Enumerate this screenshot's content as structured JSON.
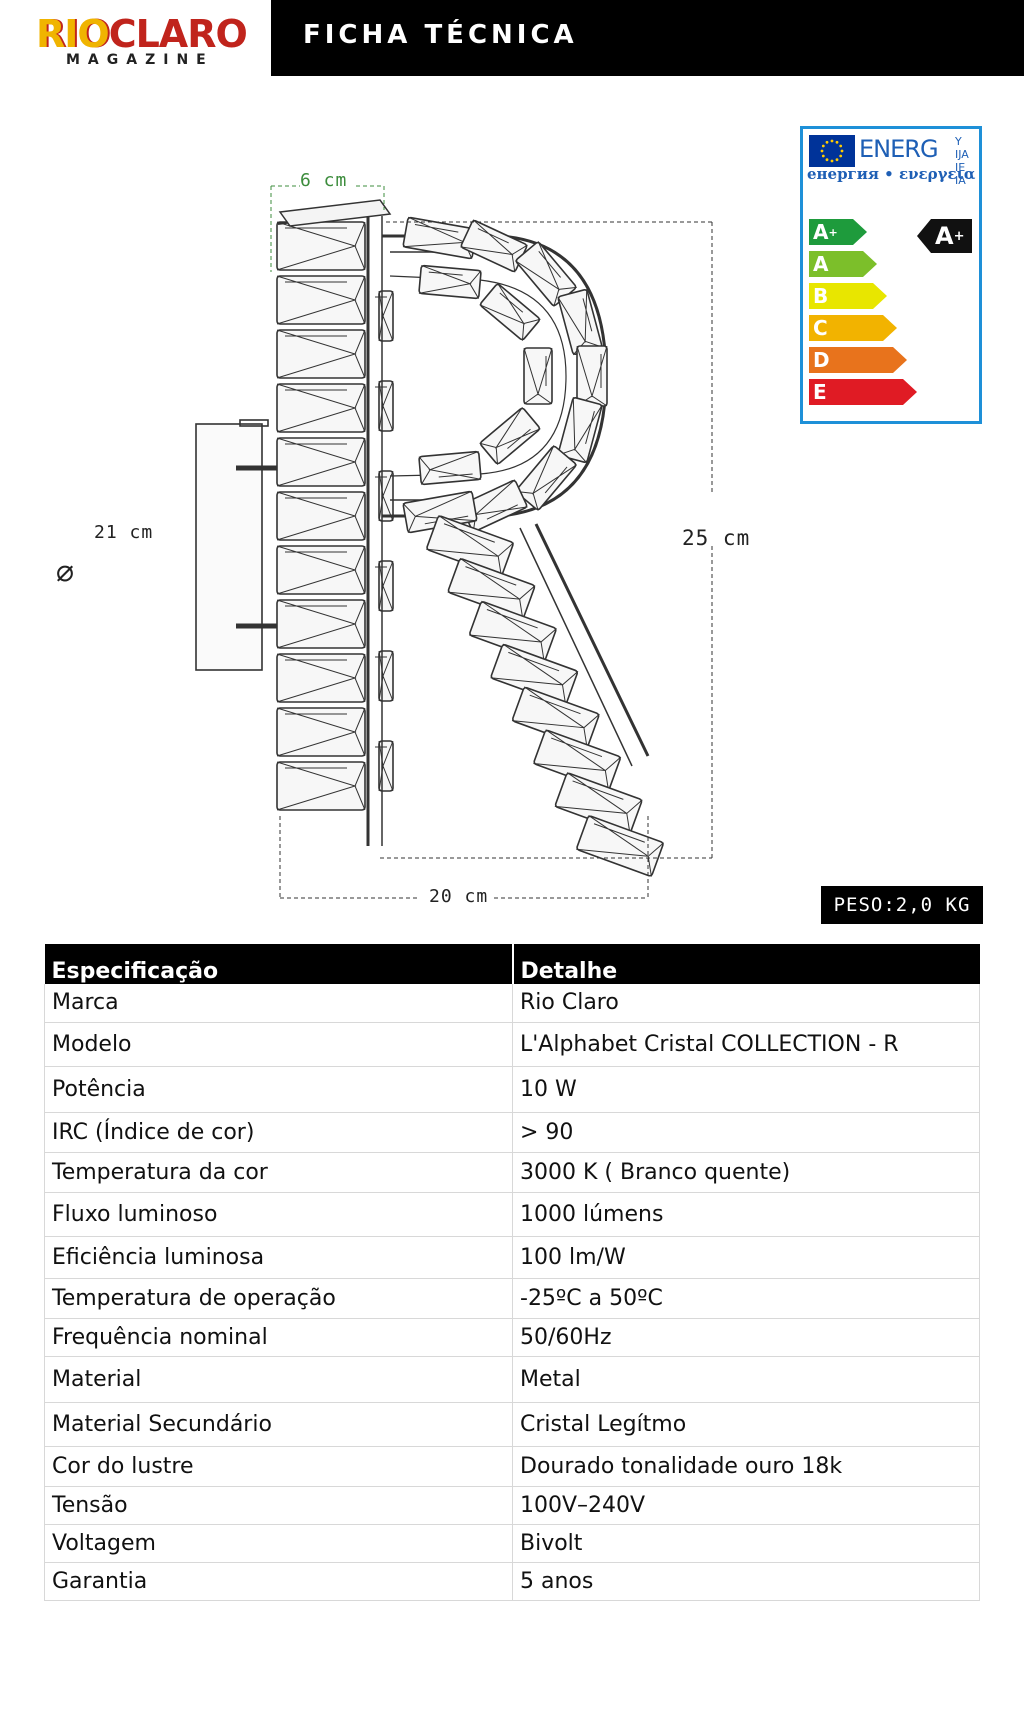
{
  "header": {
    "logo_main_part1": "RIO",
    "logo_main_part2": "CLARO",
    "logo_sub": "MAGAZINE",
    "title": "FICHA TÉCNICA"
  },
  "drawing": {
    "dim_depth": "6 cm",
    "dim_diameter_value": "21 cm",
    "diameter_symbol": "∅",
    "dim_height": "25 cm",
    "dim_width": "20 cm"
  },
  "energy_label": {
    "word": "ENERG",
    "suffix_top": "Y IJA",
    "suffix_bottom": "IE IA",
    "subtitle": "енергия • ενεργεια",
    "classes": [
      {
        "letter": "A",
        "sup": "+",
        "color": "#1e9b3c"
      },
      {
        "letter": "A",
        "sup": "",
        "color": "#7cbf2a"
      },
      {
        "letter": "B",
        "sup": "",
        "color": "#e8e600"
      },
      {
        "letter": "C",
        "sup": "",
        "color": "#f2b300"
      },
      {
        "letter": "D",
        "sup": "",
        "color": "#e8731c"
      },
      {
        "letter": "E",
        "sup": "",
        "color": "#e01b24"
      }
    ],
    "rating_letter": "A",
    "rating_sup": "+"
  },
  "weight": "PESO:2,0 KG",
  "table": {
    "headers": [
      "Especificação",
      "Detalhe"
    ],
    "rows": [
      {
        "spec": "Marca",
        "detail": "Rio Claro"
      },
      {
        "spec": "Modelo",
        "detail": "L'Alphabet Cristal COLLECTION - R"
      },
      {
        "spec": "Potência",
        "detail": "10 W"
      },
      {
        "spec": "IRC (Índice de cor)",
        "detail": "> 90"
      },
      {
        "spec": "Temperatura da cor",
        "detail": "3000 K ( Branco quente)"
      },
      {
        "spec": "Fluxo luminoso",
        "detail": "1000 lúmens"
      },
      {
        "spec": "Eficiência luminosa",
        "detail": "100 lm/W"
      },
      {
        "spec": "Temperatura de operação",
        "detail": "-25ºC a 50ºC"
      },
      {
        "spec": "Frequência nominal",
        "detail": "50/60Hz"
      },
      {
        "spec": "Material",
        "detail": "Metal"
      },
      {
        "spec": "Material Secundário",
        "detail": "Cristal Legítmo"
      },
      {
        "spec": "Cor do lustre",
        "detail": "Dourado tonalidade ouro 18k"
      },
      {
        "spec": "Tensão",
        "detail": "100V–240V"
      },
      {
        "spec": "Voltagem",
        "detail": "Bivolt"
      },
      {
        "spec": "Garantia",
        "detail": "5 anos"
      }
    ]
  }
}
